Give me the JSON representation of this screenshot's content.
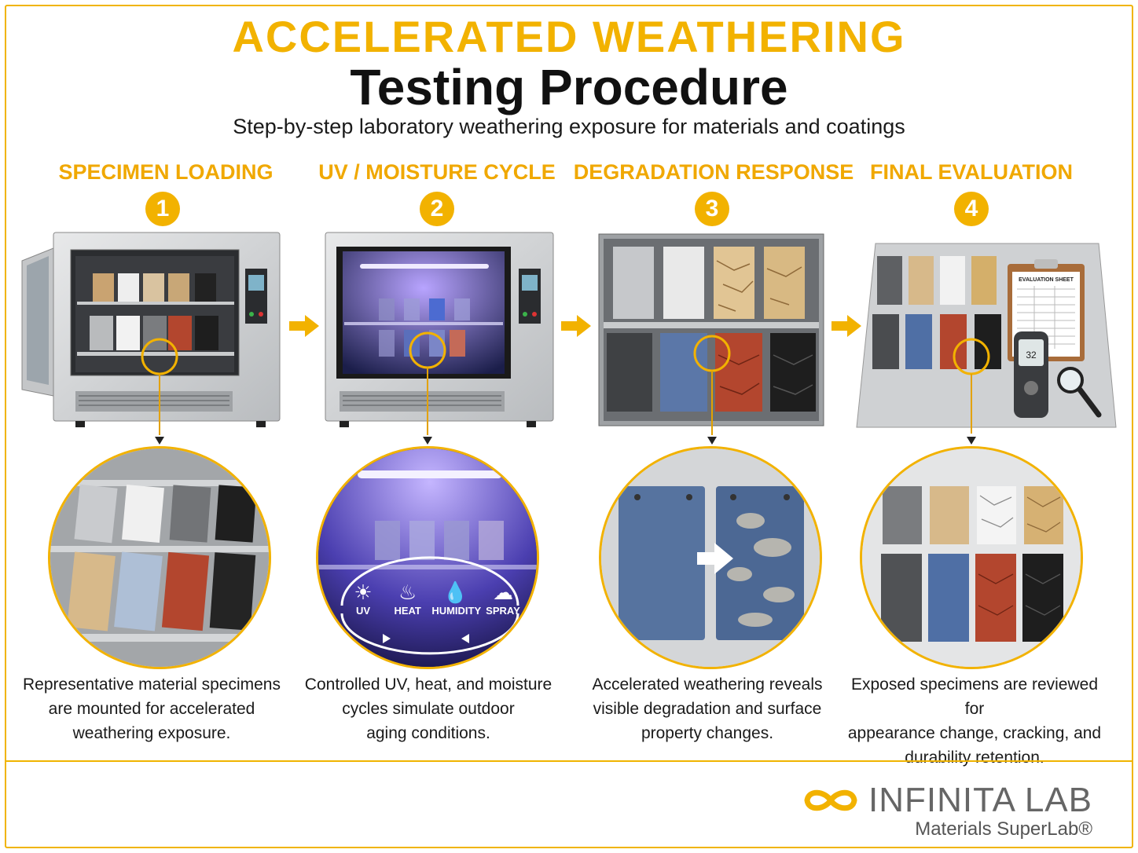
{
  "header": {
    "title_line1": "ACCELERATED WEATHERING",
    "title_line2": "Testing Procedure",
    "subtitle": "Step-by-step laboratory weathering exposure for materials and coatings"
  },
  "steps": [
    {
      "number": "1",
      "title": "SPECIMEN LOADING",
      "caption_lines": [
        "Representative material specimens",
        "are mounted for accelerated",
        "weathering exposure."
      ]
    },
    {
      "number": "2",
      "title": "UV / MOISTURE CYCLE",
      "caption_lines": [
        "Controlled UV, heat, and moisture",
        "cycles simulate outdoor",
        "aging conditions."
      ],
      "cycle_icons": [
        {
          "icon": "sun-icon",
          "label": "UV"
        },
        {
          "icon": "heat-icon",
          "label": "HEAT"
        },
        {
          "icon": "droplet-icon",
          "label": "HUMIDITY"
        },
        {
          "icon": "cloud-rain-icon",
          "label": "SPRAY"
        }
      ]
    },
    {
      "number": "3",
      "title": "DEGRADATION RESPONSE",
      "caption_lines": [
        "Accelerated weathering reveals",
        "visible degradation and surface",
        "property changes."
      ]
    },
    {
      "number": "4",
      "title": "FINAL EVALUATION",
      "caption_lines": [
        "Exposed specimens are reviewed for",
        "appearance change, cracking, and",
        "durability retention."
      ],
      "sheet_title": "EVALUATION SHEET",
      "meter_reading": "32"
    }
  ],
  "logo": {
    "name": "INFINITA LAB",
    "tagline": "Materials SuperLab®"
  },
  "colors": {
    "accent": "#f2b200",
    "uv_glow": "#8a6dff",
    "panel_blue": "#4f6fa5",
    "panel_red": "#b3462e",
    "panel_tan": "#d7b98a"
  }
}
